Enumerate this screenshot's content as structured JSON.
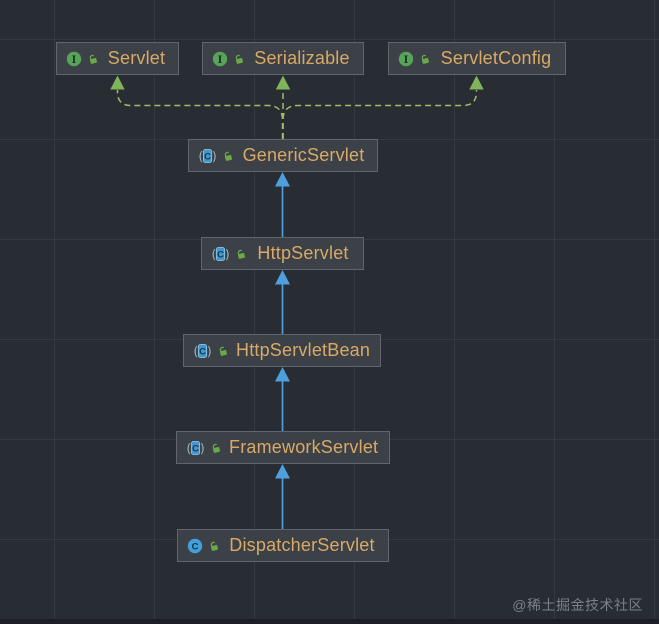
{
  "diagram": {
    "title": "Servlet class hierarchy UML diagram",
    "nodes": [
      {
        "id": "servlet",
        "label": "Servlet",
        "kind": "interface"
      },
      {
        "id": "serializable",
        "label": "Serializable",
        "kind": "interface"
      },
      {
        "id": "servletconfig",
        "label": "ServletConfig",
        "kind": "interface"
      },
      {
        "id": "genericservlet",
        "label": "GenericServlet",
        "kind": "abstract-class"
      },
      {
        "id": "httpservlet",
        "label": "HttpServlet",
        "kind": "abstract-class"
      },
      {
        "id": "httpservletbean",
        "label": "HttpServletBean",
        "kind": "abstract-class"
      },
      {
        "id": "frameworkservlet",
        "label": "FrameworkServlet",
        "kind": "abstract-class"
      },
      {
        "id": "dispatcherservlet",
        "label": "DispatcherServlet",
        "kind": "class"
      }
    ],
    "edges": [
      {
        "from": "GenericServlet",
        "to": "Servlet",
        "type": "implements"
      },
      {
        "from": "GenericServlet",
        "to": "Serializable",
        "type": "implements"
      },
      {
        "from": "GenericServlet",
        "to": "ServletConfig",
        "type": "implements"
      },
      {
        "from": "HttpServlet",
        "to": "GenericServlet",
        "type": "extends"
      },
      {
        "from": "HttpServletBean",
        "to": "HttpServlet",
        "type": "extends"
      },
      {
        "from": "FrameworkServlet",
        "to": "HttpServletBean",
        "type": "extends"
      },
      {
        "from": "DispatcherServlet",
        "to": "FrameworkServlet",
        "type": "extends"
      }
    ],
    "icon_glyphs": {
      "interface": "I",
      "class": "C",
      "abstract_class": "C",
      "abstract_paren_open": "(",
      "abstract_paren_close": ")"
    },
    "colors": {
      "canvas_bg": "#282c33",
      "grid_line": "#343942",
      "node_bg": "#3c4147",
      "node_border": "#5f666d",
      "node_text": "#d9a967",
      "extends_edge": "#4f9fdd",
      "implements_edge": "#a0bc68",
      "implements_arrow": "#7fb558",
      "interface_icon": "#57a35a",
      "class_icon": "#41a0d9",
      "lock_icon": "#6aa848",
      "watermark": "#7b8087"
    }
  },
  "watermark": {
    "text": "@稀土掘金技术社区"
  }
}
